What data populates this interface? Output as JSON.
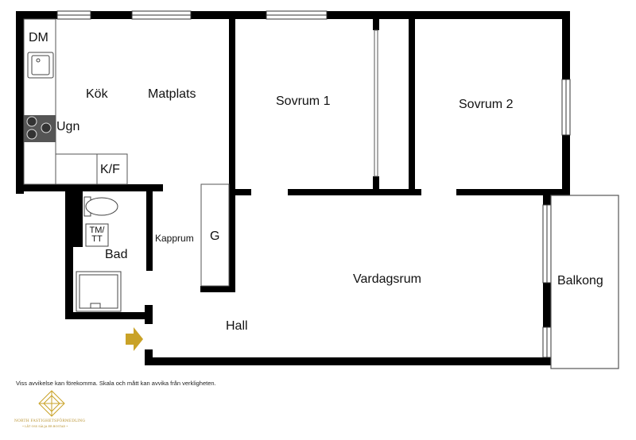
{
  "floorplan": {
    "rooms": {
      "dm": "DM",
      "kok": "Kök",
      "matplats": "Matplats",
      "ugn": "Ugn",
      "kf": "K/F",
      "sovrum1": "Sovrum 1",
      "sovrum2": "Sovrum 2",
      "bad": "Bad",
      "tmtt_line1": "TM/",
      "tmtt_line2": "TT",
      "kapprum": "Kapprum",
      "g": "G",
      "vardagsrum": "Vardagsrum",
      "balkong": "Balkong",
      "hall": "Hall"
    },
    "colors": {
      "wall": "#000000",
      "entry_arrow": "#c9a227",
      "stove": "#555555",
      "logo": "#c9a227"
    }
  },
  "footer": {
    "disclaimer": "Viss avvikelse kan förekomma. Skala och mått kan avvika från verkligheten.",
    "logo_text": "NORTH FASTIGHETSFÖRMEDLING",
    "logo_subtext": "• LÅT OSS SÄLJA ER BOSTAD •"
  }
}
